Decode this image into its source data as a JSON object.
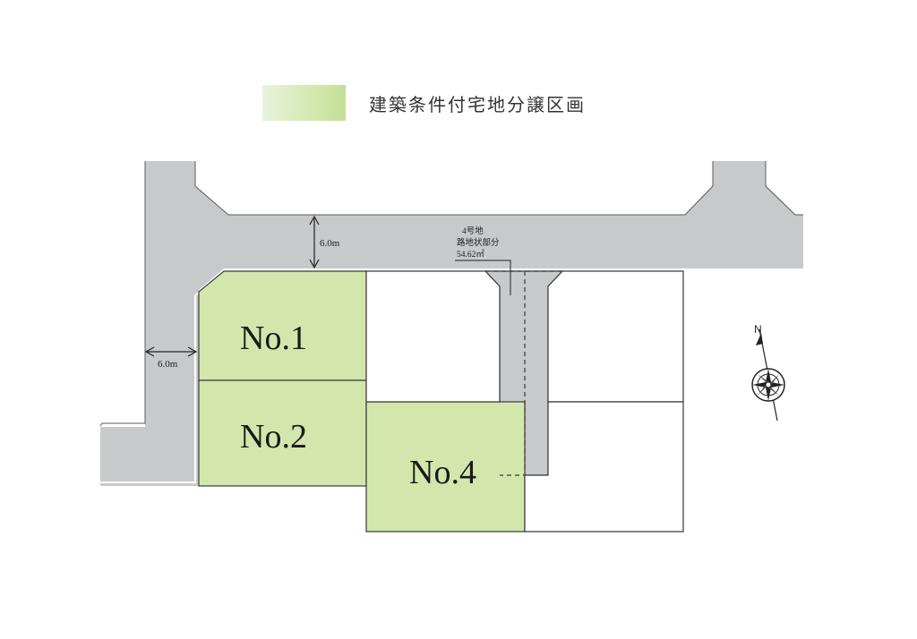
{
  "legend": {
    "label": "建築条件付宅地分譲区画",
    "color": "#d3e7ac"
  },
  "lots": [
    {
      "label": "No.1",
      "highlighted": true
    },
    {
      "label": "No.2",
      "highlighted": true
    },
    {
      "label": "No.4",
      "highlighted": true
    }
  ],
  "road_widths": {
    "top": "6.0m",
    "left": "6.0m"
  },
  "access_note": {
    "line1": "4号地",
    "line2": "路地状部分",
    "line3": "54.62㎡"
  },
  "north": {
    "label": "N"
  },
  "colors": {
    "road": "#c8c9ca",
    "lot_highlight": "#d3e7ac",
    "line": "#3a3a3a"
  }
}
